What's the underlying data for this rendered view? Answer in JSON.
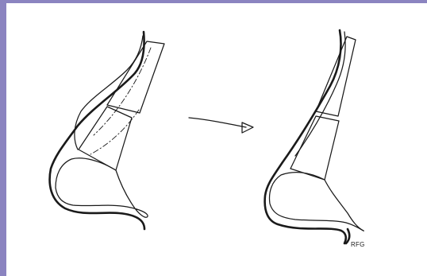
{
  "figure": {
    "signature": "RFG",
    "panels": [
      "before-nasal-profile",
      "after-nasal-profile"
    ],
    "arrow_direction": "left-to-right",
    "frame_color": "#8b84c0",
    "ink_color": "#1a1a1a",
    "background_color": "#ffffff"
  }
}
